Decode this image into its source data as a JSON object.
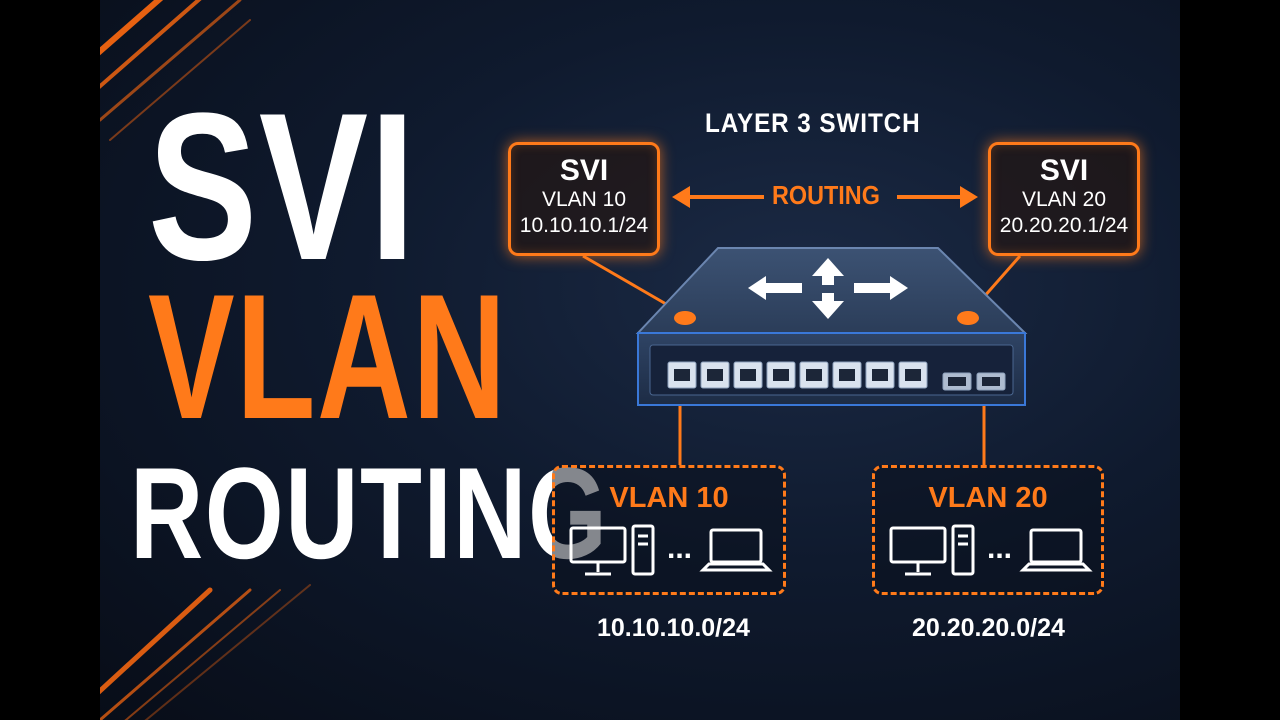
{
  "title": {
    "line1": "SVI",
    "line2": "VLAN",
    "line3": "ROUTING"
  },
  "diagram": {
    "switch_label": "LAYER 3 SWITCH",
    "routing_label": "ROUTING",
    "svi_left": {
      "title": "SVI",
      "vlan": "VLAN 10",
      "ip": "10.10.10.1/24"
    },
    "svi_right": {
      "title": "SVI",
      "vlan": "VLAN 20",
      "ip": "20.20.20.1/24"
    },
    "vlan_left": {
      "title": "VLAN 10",
      "subnet": "10.10.10.0/24"
    },
    "vlan_right": {
      "title": "VLAN 20",
      "subnet": "20.20.20.0/24"
    },
    "ellipsis": "..."
  },
  "colors": {
    "accent": "#ff7a1a",
    "text": "#ffffff",
    "background": "#0f1a2e",
    "switch": "#2d3f5c"
  }
}
